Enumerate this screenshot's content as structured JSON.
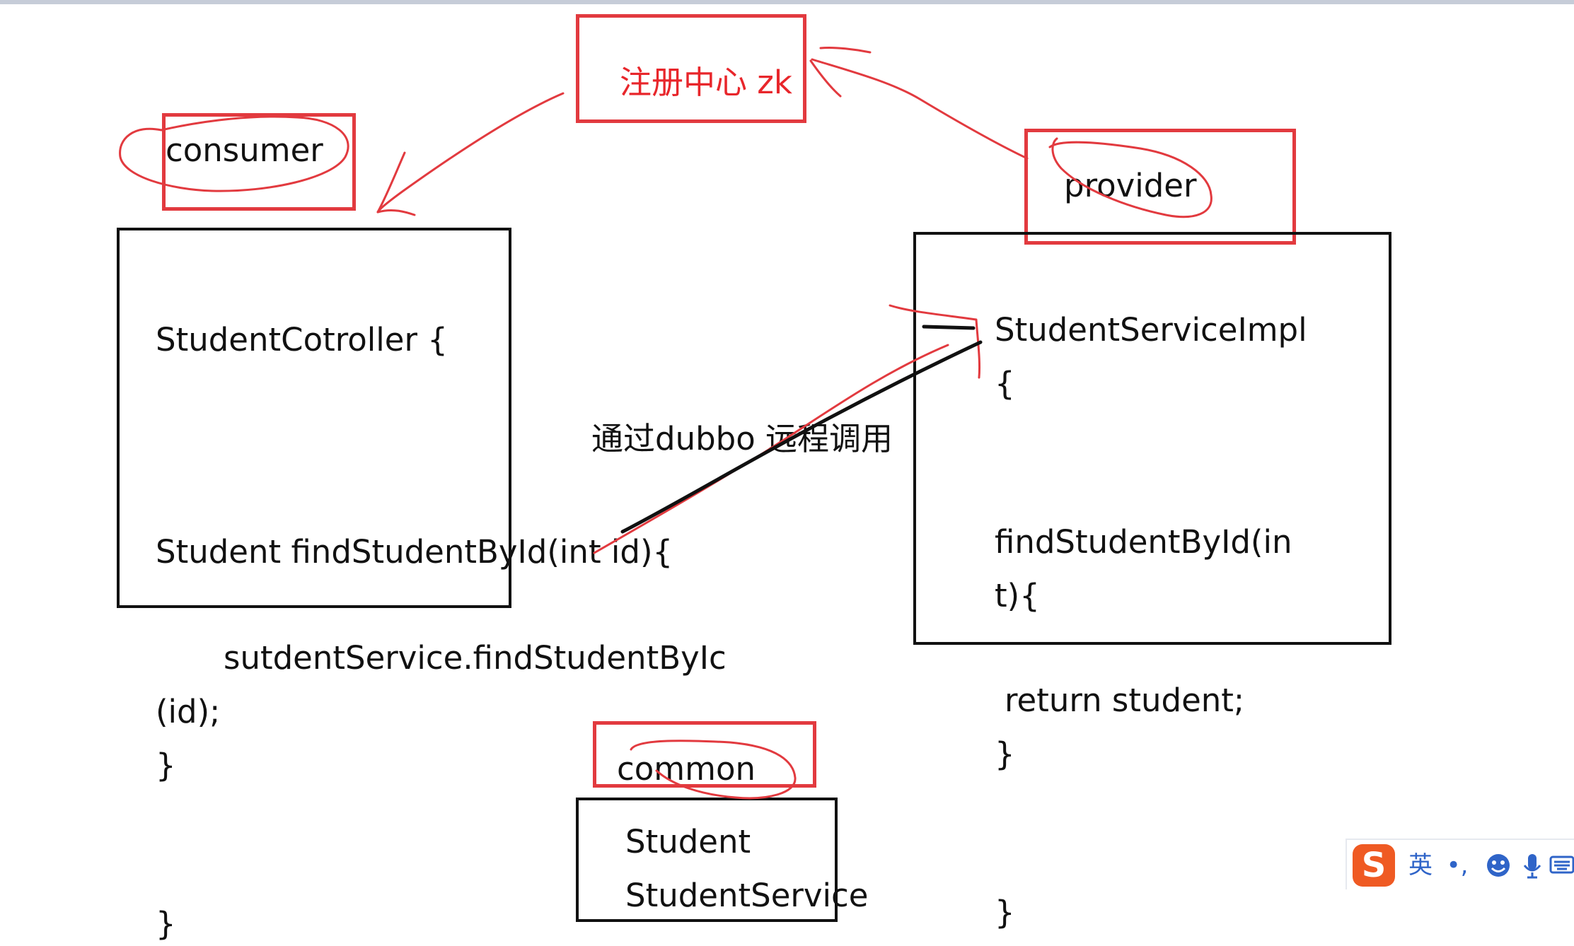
{
  "colors": {
    "ink": "#111111",
    "pen_red": "#e23a3f",
    "text_red": "#e8262b",
    "ime_blue": "#2f64c8",
    "ime_logo": "#ef5a23"
  },
  "registry": {
    "label": "注册中心 zk"
  },
  "consumer": {
    "label": "consumer",
    "class_line": "StudentCotroller {",
    "method_line": "Student findStudentById(int id){",
    "call_line_1": "sutdentService.findStudentByIc",
    "call_line_2": "(id);",
    "close_method": "}",
    "close_class": "}"
  },
  "provider": {
    "label": "provider",
    "class_line": "StudentServiceImpl",
    "open_brace": "{",
    "method_line_1": "findStudentById(in",
    "method_line_2": "t){",
    "return_line": "return student;",
    "close_method": "}",
    "close_class": "}"
  },
  "remote_call": {
    "label": "通过dubbo  远程调用"
  },
  "common": {
    "label": "common",
    "item_1": "Student",
    "item_2": "StudentService"
  },
  "ime_toolbar": {
    "logo": "S",
    "mode": "英",
    "punct": "•,",
    "icons": [
      "smiley-icon",
      "microphone-icon",
      "keyboard-icon"
    ]
  }
}
